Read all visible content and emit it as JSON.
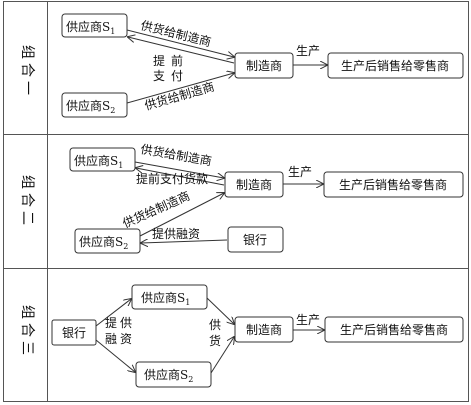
{
  "rows": [
    {
      "label": "组合一"
    },
    {
      "label": "组合二"
    },
    {
      "label": "组合三"
    }
  ],
  "nodes": {
    "supplier_prefix": "供应商",
    "s_letter": "S",
    "sub_1": "1",
    "sub_2": "2",
    "manufacturer": "制造商",
    "retail": "生产后销售给零售商",
    "bank": "银行"
  },
  "edges": {
    "supply_to_mfr": "供货给制造商",
    "production": "生产",
    "prepay_vertical": [
      "提",
      "支",
      "前",
      "付"
    ],
    "prepay_payment": "提前支付货款",
    "provide_financing": "提供融资",
    "provide_vertical": [
      "提",
      "供",
      "融",
      "资"
    ],
    "supply_vertical": [
      "供",
      "货"
    ]
  },
  "colors": {
    "border": "#555555",
    "box_stroke": "#333333",
    "text": "#111111",
    "background": "#ffffff"
  }
}
